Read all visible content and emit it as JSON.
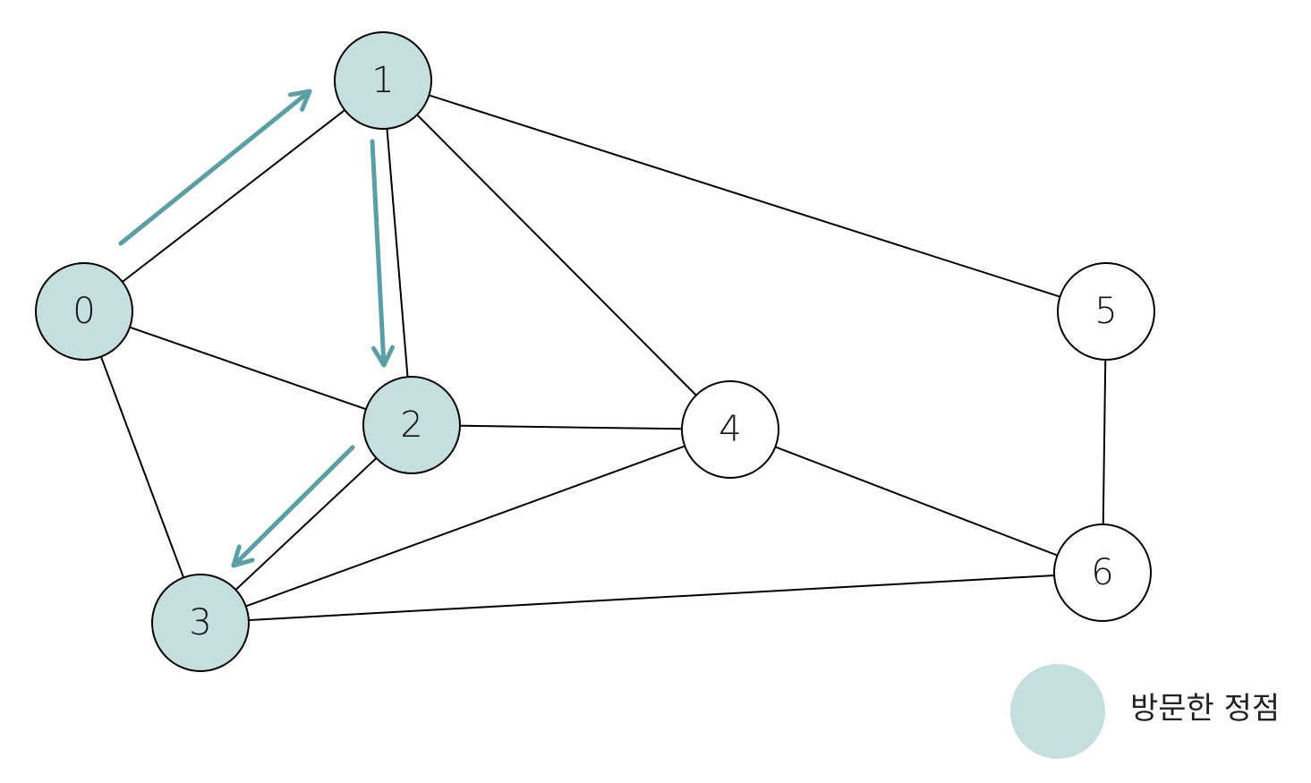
{
  "colors": {
    "visited_fill": "#c5dedf",
    "unvisited_fill": "#ffffff",
    "arrow": "#5a9fa3",
    "edge": "#000000"
  },
  "graph": {
    "nodes": [
      {
        "id": 0,
        "label": "0",
        "visited": true
      },
      {
        "id": 1,
        "label": "1",
        "visited": true
      },
      {
        "id": 2,
        "label": "2",
        "visited": true
      },
      {
        "id": 3,
        "label": "3",
        "visited": true
      },
      {
        "id": 4,
        "label": "4",
        "visited": false
      },
      {
        "id": 5,
        "label": "5",
        "visited": false
      },
      {
        "id": 6,
        "label": "6",
        "visited": false
      }
    ],
    "edges": [
      [
        0,
        1
      ],
      [
        0,
        2
      ],
      [
        0,
        3
      ],
      [
        1,
        2
      ],
      [
        1,
        4
      ],
      [
        1,
        5
      ],
      [
        2,
        3
      ],
      [
        2,
        4
      ],
      [
        3,
        4
      ],
      [
        3,
        6
      ],
      [
        4,
        6
      ],
      [
        5,
        6
      ]
    ],
    "traversal": [
      [
        0,
        1
      ],
      [
        1,
        2
      ],
      [
        2,
        3
      ]
    ]
  },
  "legend": {
    "label": "방문한 정점",
    "icon": "visited-vertex-swatch"
  }
}
